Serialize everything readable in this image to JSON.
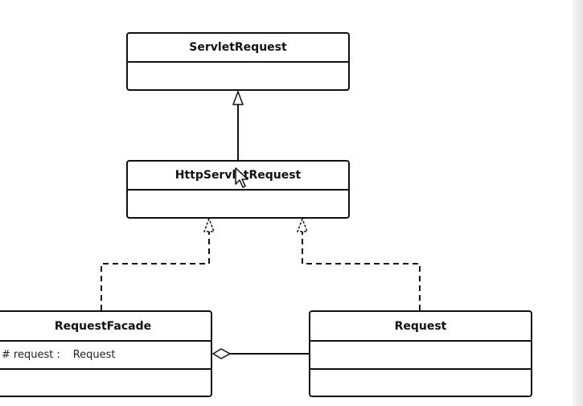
{
  "classes": {
    "servlet_request": {
      "name": "ServletRequest"
    },
    "http_servlet_request": {
      "name": "HttpServletRequest"
    },
    "request_facade": {
      "name": "RequestFacade",
      "attribute": {
        "visibility": "#",
        "name": "request",
        "separator": ":",
        "type": "Request"
      }
    },
    "request": {
      "name": "Request"
    }
  },
  "relations": [
    {
      "type": "generalization",
      "from": "HttpServletRequest",
      "to": "ServletRequest"
    },
    {
      "type": "realization",
      "from": "RequestFacade",
      "to": "HttpServletRequest"
    },
    {
      "type": "realization",
      "from": "Request",
      "to": "HttpServletRequest"
    },
    {
      "type": "aggregation",
      "whole": "RequestFacade",
      "part": "Request"
    }
  ],
  "colors": {
    "line": "#111111",
    "background": "#ffffff"
  },
  "icons": {
    "cursor": "mouse-pointer-icon"
  }
}
